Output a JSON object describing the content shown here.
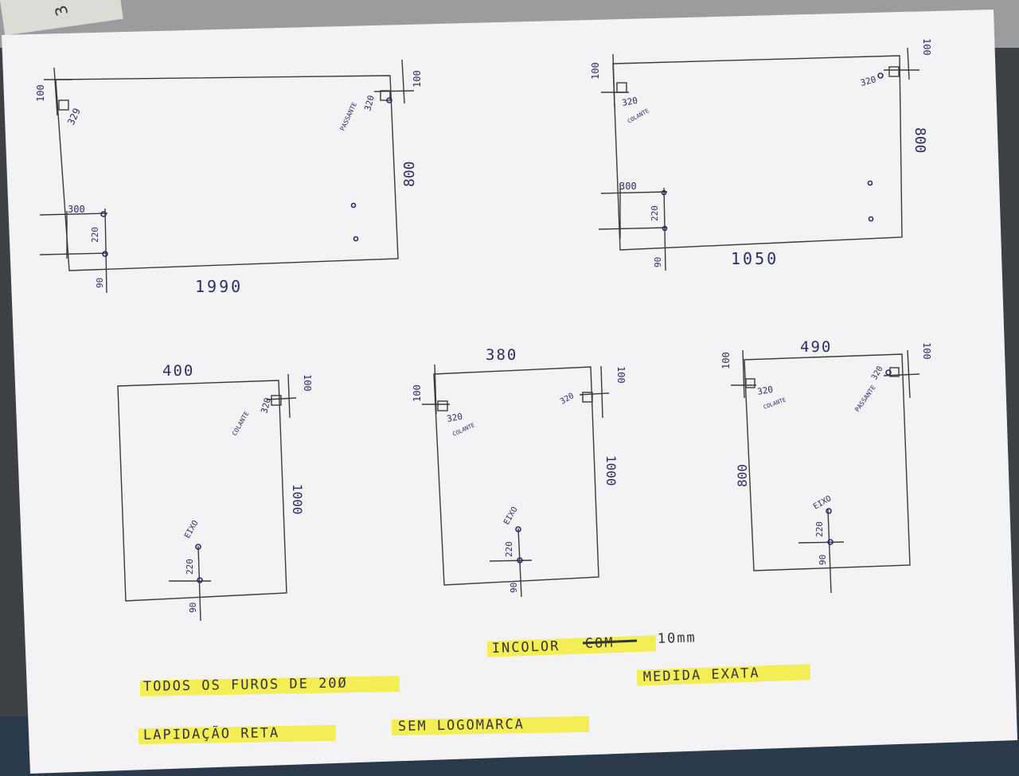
{
  "drawings": {
    "d1": {
      "width": "1990",
      "height": "800",
      "top_left_offset": "100",
      "top_left_hole": "329",
      "top_right_offset": "100",
      "top_right_hole": "320",
      "top_right_label": "PASSANTE",
      "lower_offset": "300",
      "lower_spacing": "220",
      "lower_edge": "90"
    },
    "d2": {
      "width": "1050",
      "height": "800",
      "top_left_offset": "100",
      "top_left_hole": "320",
      "top_left_label": "COLANTE",
      "top_right_offset": "100",
      "top_right_hole": "320",
      "lower_offset": "300",
      "lower_spacing": "220",
      "lower_edge": "90"
    },
    "d3": {
      "width": "400",
      "height": "1000",
      "top_right_offset": "100",
      "top_right_hole": "320",
      "top_right_label": "COLANTE",
      "axis_label": "EIXO",
      "lower_spacing": "220",
      "lower_edge": "90"
    },
    "d4": {
      "width": "380",
      "height": "1000",
      "top_left_offset": "100",
      "top_left_hole": "320",
      "top_left_label": "COLANTE",
      "top_right_offset": "100",
      "top_right_hole": "320",
      "axis_label": "EIXO",
      "lower_spacing": "220",
      "lower_edge": "90"
    },
    "d5": {
      "width": "490",
      "height": "800",
      "top_left_offset": "100",
      "top_left_hole": "320",
      "top_left_label": "COLANTE",
      "top_right_offset": "100",
      "top_right_hole": "320",
      "top_right_label": "PASSANTE",
      "axis_label": "EIXO",
      "lower_spacing": "220",
      "lower_edge": "90"
    }
  },
  "notes": {
    "glass": "INCOLOR",
    "glass_struck": "COM",
    "thickness": "10mm",
    "holes": "TODOS OS FUROS DE 20Ø",
    "measure": "MEDIDA EXATA",
    "finish": "LAPIDAÇÃO RETA",
    "logo": "SEM LOGOMARCA"
  },
  "ruler_mark": "3",
  "colors": {
    "ink": "#2c2c6a",
    "pencil": "#343434",
    "highlight": "#f3ec3a",
    "paper": "#f3f3f5"
  }
}
